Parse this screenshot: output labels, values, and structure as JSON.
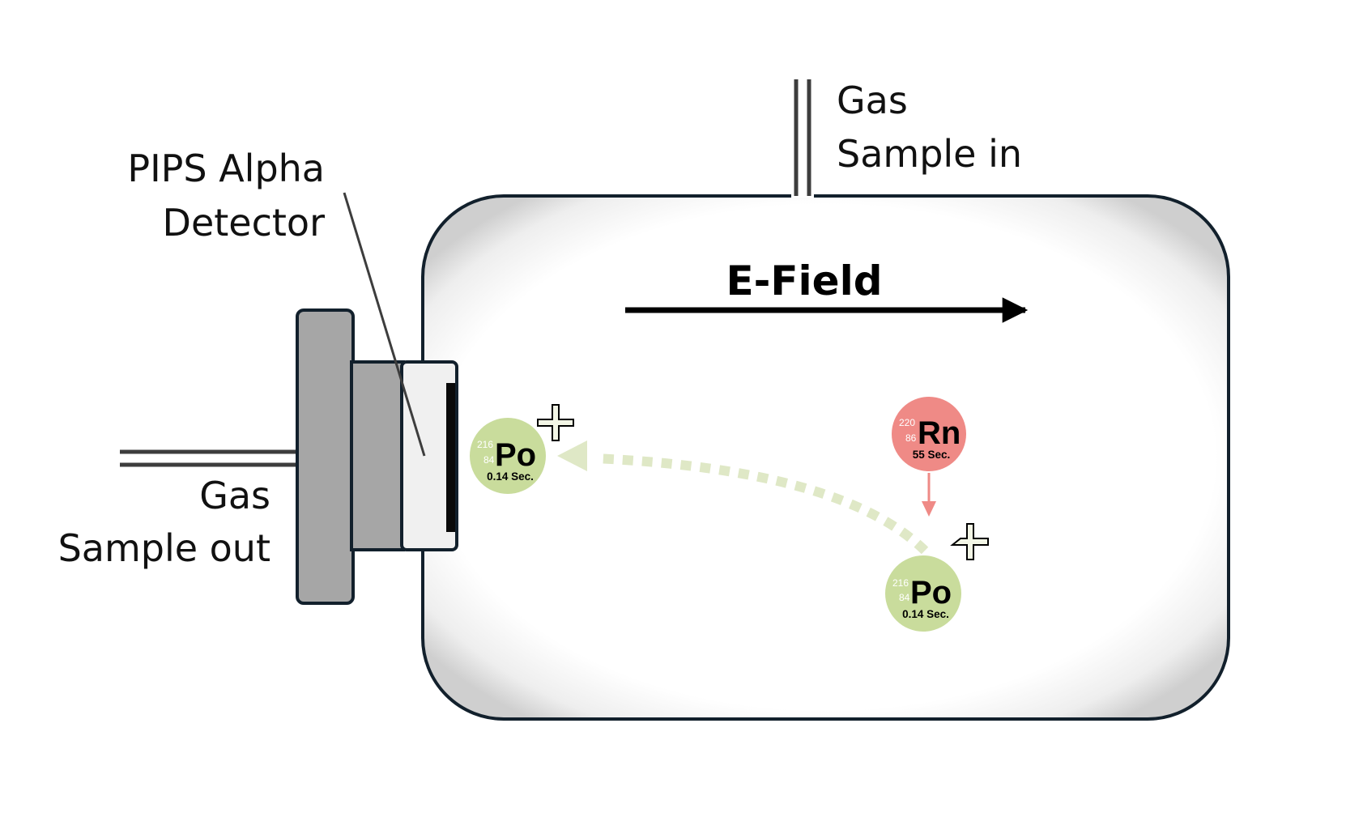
{
  "labels": {
    "gas_in_line1": "Gas",
    "gas_in_line2": "Sample in",
    "gas_out_line1": "Gas",
    "gas_out_line2": "Sample out",
    "detector_line1": "PIPS Alpha",
    "detector_line2": "Detector",
    "efield": "E-Field"
  },
  "nuclides": {
    "rn": {
      "mass": "220",
      "atomic": "86",
      "symbol": "Rn",
      "half_life": "55 Sec."
    },
    "po_product": {
      "mass": "216",
      "atomic": "84",
      "symbol": "Po",
      "half_life": "0.14 Sec."
    },
    "po_detector": {
      "mass": "216",
      "atomic": "84",
      "symbol": "Po",
      "half_life": "0.14 Sec."
    }
  },
  "colors": {
    "radon": "#ef8a86",
    "polonium": "#c9dc9c",
    "trajectory": "#dfe8c6",
    "decay_arrow": "#ef8a86",
    "chamber_outline": "#12202c",
    "flange": "#a6a6a6",
    "detector_face": "#f0f0f0"
  }
}
